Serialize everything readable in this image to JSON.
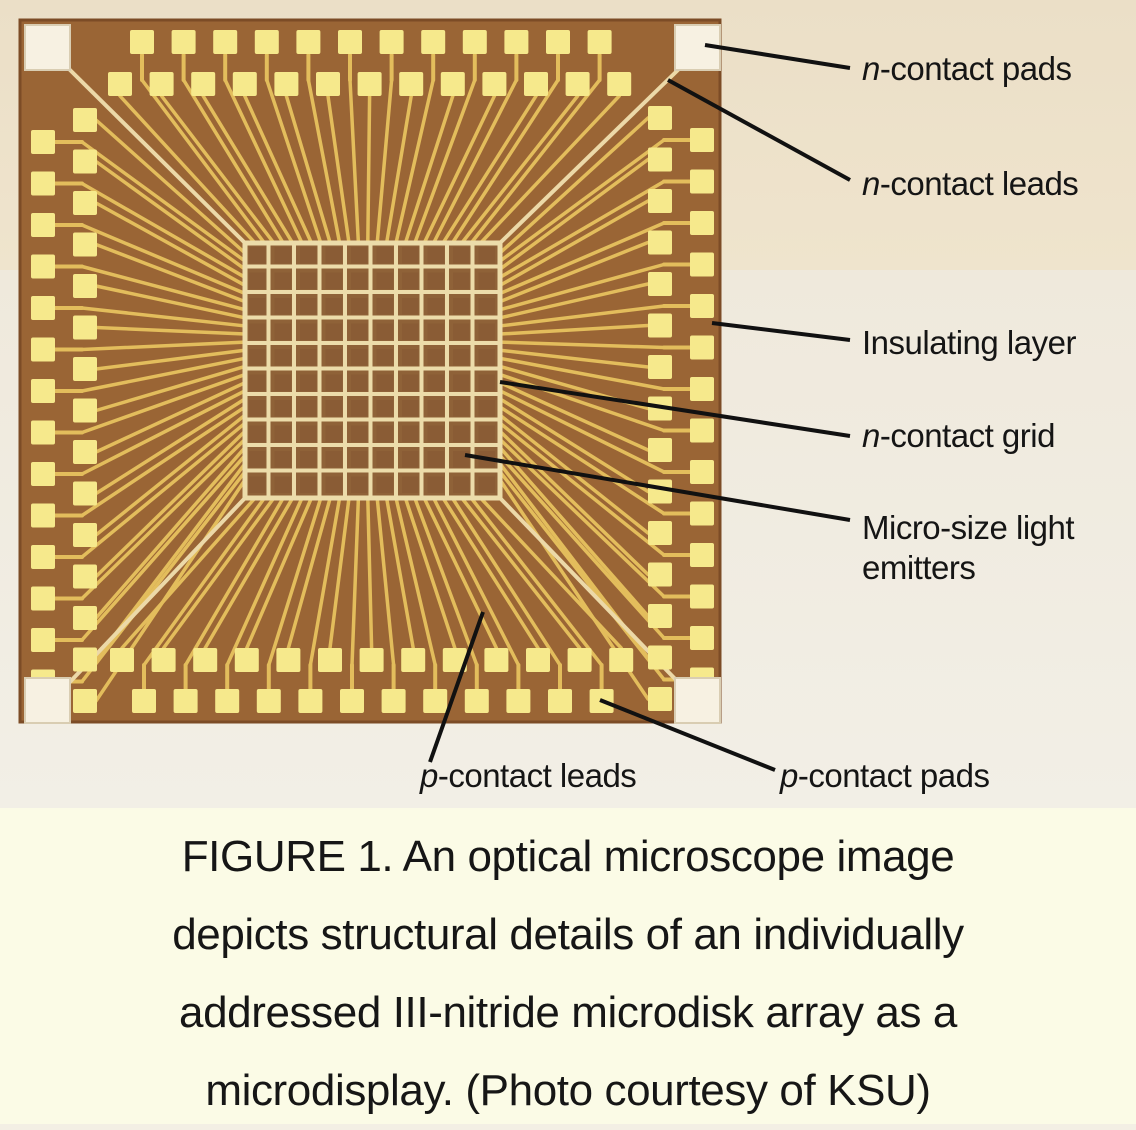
{
  "figure": {
    "description": "Optical microscope image of a III-nitride microdisk array microdisplay chip with labeled callouts",
    "colors": {
      "substrate_brown": "#9a6535",
      "gold_lead": "#e3bd5c",
      "pad_yellow": "#f6e98c",
      "corner_pad_white": "#f7f1e2",
      "grid_line": "#ecdcaa",
      "label_line": "#111111",
      "caption_background": "#fbfbe6"
    },
    "chip": {
      "corner_pads": 4,
      "top_outer_pads": 12,
      "top_inner_pads": 13,
      "bottom_upper_pads": 13,
      "bottom_lower_pads": 12,
      "side_outer_pads": 14,
      "side_inner_pads": 15,
      "grid_rows": 10,
      "grid_cols": 10
    },
    "labels": [
      {
        "prefix": "n",
        "text": "-contact pads"
      },
      {
        "prefix": "n",
        "text": "-contact leads"
      },
      {
        "prefix": "",
        "text": "Insulating layer"
      },
      {
        "prefix": "n",
        "text": "-contact grid"
      },
      {
        "prefix": "",
        "text": "Micro-size light"
      },
      {
        "prefix": "",
        "text": "emitters"
      },
      {
        "prefix": "p",
        "text": "-contact leads"
      },
      {
        "prefix": "p",
        "text": "-contact pads"
      }
    ],
    "caption": {
      "lines": [
        "FIGURE 1. An optical microscope image",
        "depicts structural details of an individually",
        "addressed III-nitride microdisk array as a",
        "microdisplay. (Photo courtesy of KSU)"
      ]
    }
  }
}
